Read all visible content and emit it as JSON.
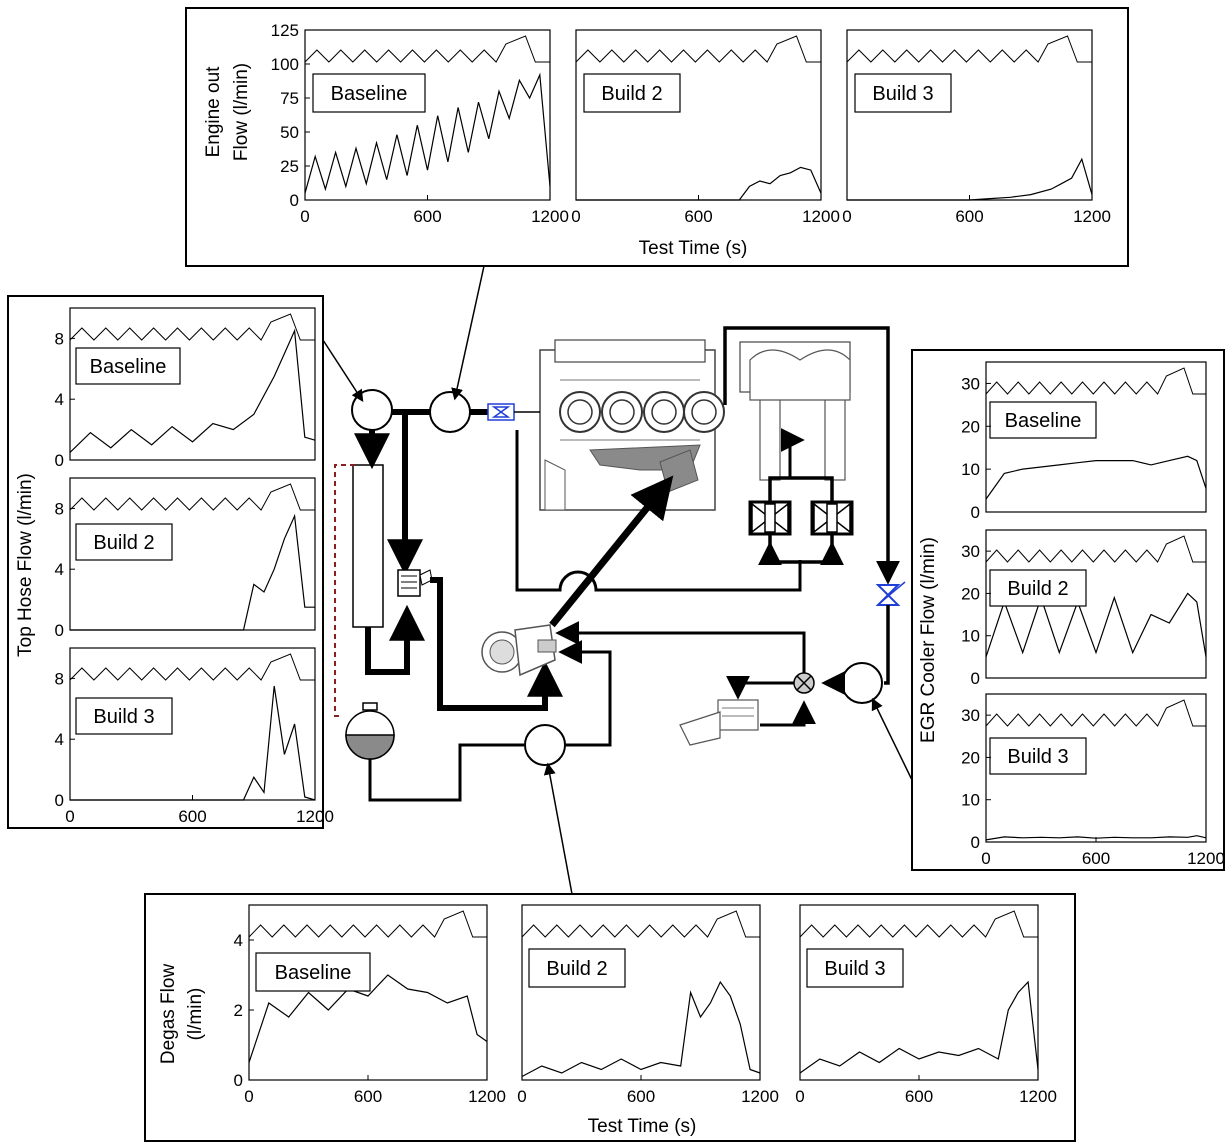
{
  "panel_groups": [
    {
      "id": "engine-out",
      "y_label_lines": [
        "Engine out",
        "Flow (l/min)"
      ],
      "x_label": "Test Time (s)",
      "y_ticks": [
        "0",
        "25",
        "50",
        "75",
        "100",
        "125"
      ],
      "x_ticks": [
        "0",
        "600",
        "1200"
      ],
      "panels": [
        "Baseline",
        "Build 2",
        "Build 3"
      ]
    },
    {
      "id": "top-hose",
      "y_label_lines": [
        "Top Hose Flow (l/min)"
      ],
      "y_ticks": [
        "0",
        "4",
        "8"
      ],
      "x_ticks": [
        "0",
        "600",
        "1200"
      ],
      "panels": [
        "Baseline",
        "Build 2",
        "Build 3"
      ]
    },
    {
      "id": "egr-cooler",
      "y_label_lines": [
        "EGR Cooler Flow (l/min)"
      ],
      "y_ticks": [
        "0",
        "10",
        "20",
        "30"
      ],
      "x_ticks": [
        "0",
        "600",
        "1200"
      ],
      "panels": [
        "Baseline",
        "Build 2",
        "Build 3"
      ]
    },
    {
      "id": "degas",
      "y_label_lines": [
        "Degas Flow",
        "(l/min)"
      ],
      "x_label": "Test Time (s)",
      "y_ticks": [
        "0",
        "2",
        "4"
      ],
      "x_ticks": [
        "0",
        "600",
        "1200"
      ],
      "panels": [
        "Baseline",
        "Build 2",
        "Build 3"
      ]
    }
  ],
  "chart_data": [
    {
      "type": "line",
      "group": "engine-out",
      "xlim": [
        0,
        1200
      ],
      "ylim": [
        0,
        125
      ],
      "panels": [
        {
          "name": "Baseline",
          "trace": {
            "x": [
              0,
              50,
              100,
              150,
              200,
              250,
              300,
              350,
              400,
              450,
              500,
              550,
              600,
              650,
              700,
              750,
              800,
              850,
              900,
              950,
              1000,
              1050,
              1100,
              1150,
              1200
            ],
            "y": [
              5,
              32,
              8,
              35,
              10,
              38,
              12,
              42,
              15,
              48,
              18,
              55,
              22,
              62,
              28,
              68,
              35,
              72,
              45,
              80,
              60,
              88,
              75,
              92,
              10
            ]
          }
        },
        {
          "name": "Build 2",
          "trace": {
            "x": [
              0,
              800,
              850,
              900,
              950,
              1000,
              1050,
              1100,
              1150,
              1200
            ],
            "y": [
              0,
              0,
              10,
              14,
              12,
              18,
              20,
              24,
              22,
              5
            ]
          }
        },
        {
          "name": "Build 3",
          "trace": {
            "x": [
              0,
              600,
              700,
              800,
              900,
              1000,
              1050,
              1100,
              1150,
              1200
            ],
            "y": [
              0,
              0,
              1,
              2,
              4,
              8,
              12,
              16,
              30,
              4
            ]
          }
        }
      ]
    },
    {
      "type": "line",
      "group": "top-hose",
      "xlim": [
        0,
        1200
      ],
      "ylim": [
        0,
        10
      ],
      "panels": [
        {
          "name": "Baseline",
          "trace": {
            "x": [
              0,
              100,
              200,
              300,
              400,
              500,
              600,
              700,
              800,
              900,
              1000,
              1050,
              1100,
              1150,
              1200
            ],
            "y": [
              0.5,
              1.8,
              0.8,
              2.0,
              1.0,
              2.2,
              1.2,
              2.4,
              2.0,
              3.0,
              5.5,
              7.0,
              8.5,
              1.5,
              1.3
            ]
          }
        },
        {
          "name": "Build 2",
          "trace": {
            "x": [
              0,
              850,
              900,
              950,
              1000,
              1050,
              1100,
              1150,
              1200
            ],
            "y": [
              0,
              0,
              3.0,
              2.5,
              4.0,
              6.0,
              7.5,
              1.5,
              1.5
            ]
          }
        },
        {
          "name": "Build 3",
          "trace": {
            "x": [
              0,
              850,
              900,
              950,
              1000,
              1050,
              1100,
              1150,
              1200
            ],
            "y": [
              0,
              0,
              1.5,
              0.5,
              7.5,
              3.0,
              5.0,
              0.2,
              0
            ]
          }
        }
      ]
    },
    {
      "type": "line",
      "group": "egr-cooler",
      "xlim": [
        0,
        1200
      ],
      "ylim": [
        0,
        35
      ],
      "panels": [
        {
          "name": "Baseline",
          "trace": {
            "x": [
              0,
              100,
              200,
              300,
              400,
              500,
              600,
              700,
              800,
              900,
              1000,
              1100,
              1150,
              1200
            ],
            "y": [
              3,
              9,
              10,
              10.5,
              11,
              11.5,
              12,
              12,
              12,
              11,
              12,
              13,
              12,
              5.5
            ]
          }
        },
        {
          "name": "Build 2",
          "trace": {
            "x": [
              0,
              100,
              200,
              300,
              400,
              500,
              600,
              700,
              800,
              900,
              1000,
              1100,
              1150,
              1200
            ],
            "y": [
              5,
              18,
              6,
              19,
              6,
              18,
              6,
              19,
              6,
              15,
              13,
              20,
              18,
              5
            ]
          }
        },
        {
          "name": "Build 3",
          "trace": {
            "x": [
              0,
              100,
              200,
              300,
              400,
              500,
              600,
              700,
              800,
              900,
              1000,
              1100,
              1150,
              1200
            ],
            "y": [
              0.5,
              1.2,
              1.0,
              1.1,
              1.0,
              1.2,
              0.9,
              1.1,
              1.0,
              1.0,
              1.2,
              1.1,
              1.5,
              1.0
            ]
          }
        }
      ]
    },
    {
      "type": "line",
      "group": "degas",
      "xlim": [
        0,
        1200
      ],
      "ylim": [
        0,
        5
      ],
      "panels": [
        {
          "name": "Baseline",
          "trace": {
            "x": [
              0,
              100,
              200,
              300,
              400,
              500,
              600,
              700,
              800,
              900,
              1000,
              1100,
              1150,
              1200
            ],
            "y": [
              0.5,
              2.2,
              1.8,
              2.5,
              2.0,
              2.6,
              2.4,
              3.0,
              2.6,
              2.5,
              2.2,
              2.4,
              1.3,
              1.1
            ]
          }
        },
        {
          "name": "Build 2",
          "trace": {
            "x": [
              0,
              100,
              200,
              300,
              400,
              500,
              600,
              700,
              800,
              850,
              900,
              950,
              1000,
              1050,
              1100,
              1150,
              1200
            ],
            "y": [
              0.1,
              0.4,
              0.2,
              0.5,
              0.3,
              0.6,
              0.3,
              0.5,
              0.4,
              2.5,
              1.8,
              2.2,
              2.8,
              2.4,
              1.6,
              0.3,
              0.2
            ]
          }
        },
        {
          "name": "Build 3",
          "trace": {
            "x": [
              0,
              100,
              200,
              300,
              400,
              500,
              600,
              700,
              800,
              900,
              1000,
              1050,
              1100,
              1150,
              1200
            ],
            "y": [
              0.2,
              0.6,
              0.4,
              0.8,
              0.5,
              0.9,
              0.6,
              0.8,
              0.7,
              0.9,
              0.6,
              2.0,
              2.5,
              2.8,
              0.3
            ]
          }
        }
      ]
    }
  ]
}
